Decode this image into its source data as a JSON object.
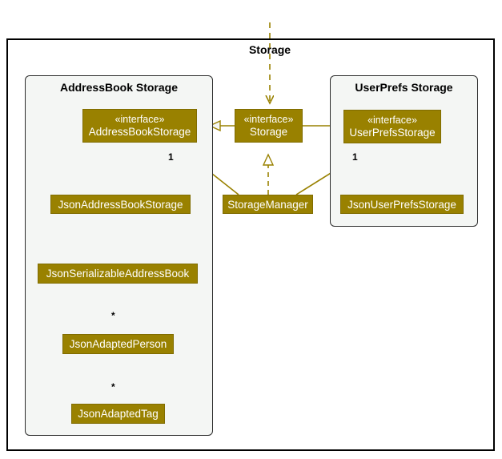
{
  "diagram": {
    "type": "uml-class-diagram",
    "title": "Storage",
    "colors": {
      "class_fill": "#998100",
      "class_text": "#ffffff",
      "edge": "#998100",
      "frame_border": "#000000",
      "package_fill": "#f4f6f4",
      "background": "#ffffff"
    },
    "packages": [
      {
        "id": "addressbook-storage",
        "title": "AddressBook Storage"
      },
      {
        "id": "userprefs-storage",
        "title": "UserPrefs Storage"
      }
    ],
    "classes": [
      {
        "id": "address-book-storage",
        "stereotype": "« interface »",
        "stereotype_text": "«interface»",
        "name": "AddressBookStorage"
      },
      {
        "id": "storage",
        "stereotype_text": "«interface»",
        "name": "Storage"
      },
      {
        "id": "user-prefs-storage",
        "stereotype_text": "«interface»",
        "name": "UserPrefsStorage"
      },
      {
        "id": "json-address-book-storage",
        "name": "JsonAddressBookStorage"
      },
      {
        "id": "storage-manager",
        "name": "StorageManager"
      },
      {
        "id": "json-user-prefs-storage",
        "name": "JsonUserPrefsStorage"
      },
      {
        "id": "json-serializable-address-book",
        "name": "JsonSerializableAddressBook"
      },
      {
        "id": "json-adapted-person",
        "name": "JsonAdaptedPerson"
      },
      {
        "id": "json-adapted-tag",
        "name": "JsonAdaptedTag"
      }
    ],
    "multiplicities": [
      {
        "id": "mult-abs",
        "label": "1"
      },
      {
        "id": "mult-ups",
        "label": "1"
      },
      {
        "id": "mult-person",
        "label": "*"
      },
      {
        "id": "mult-tag",
        "label": "*"
      }
    ],
    "relationships": [
      {
        "from": "Storage",
        "to": "AddressBookStorage",
        "type": "generalization"
      },
      {
        "from": "Storage",
        "to": "UserPrefsStorage",
        "type": "generalization"
      },
      {
        "from": "StorageManager",
        "to": "Storage",
        "type": "realization"
      },
      {
        "from": "StorageManager",
        "to": "AddressBookStorage",
        "type": "association",
        "multiplicity": "1"
      },
      {
        "from": "StorageManager",
        "to": "UserPrefsStorage",
        "type": "association",
        "multiplicity": "1"
      },
      {
        "from": "JsonAddressBookStorage",
        "to": "AddressBookStorage",
        "type": "realization"
      },
      {
        "from": "JsonUserPrefsStorage",
        "to": "UserPrefsStorage",
        "type": "realization"
      },
      {
        "from": "JsonAddressBookStorage",
        "to": "JsonSerializableAddressBook",
        "type": "dependency"
      },
      {
        "from": "JsonSerializableAddressBook",
        "to": "JsonAdaptedPerson",
        "type": "association",
        "multiplicity": "*"
      },
      {
        "from": "JsonAdaptedPerson",
        "to": "JsonAdaptedTag",
        "type": "association",
        "multiplicity": "*"
      },
      {
        "from": "(external)",
        "to": "Storage",
        "type": "dependency"
      }
    ]
  }
}
